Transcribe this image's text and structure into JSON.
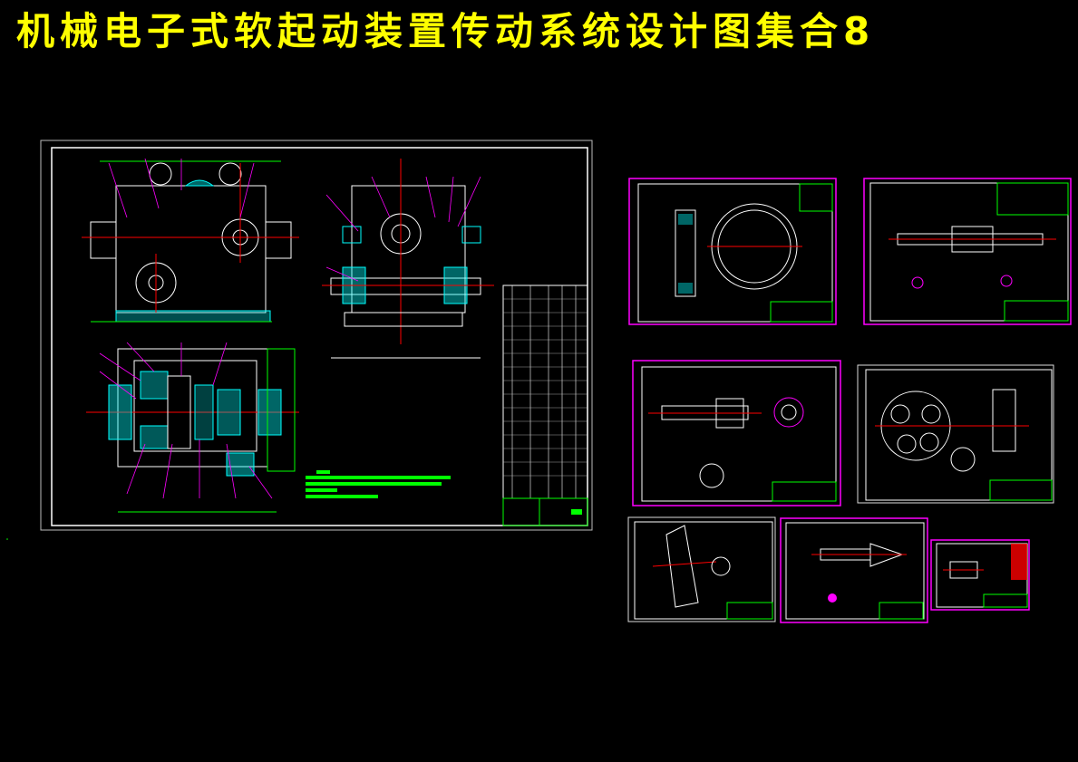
{
  "title": "机械电子式软起动装置传动系统设计图集合8",
  "colors": {
    "background": "#000000",
    "title": "#ffff00",
    "sheet_border": "#ffffff",
    "sheet_border_magenta": "#ff00ff",
    "centerline": "#ff0000",
    "dimension": "#ff00ff",
    "section_fill": "#00ffff",
    "notes": "#00ff00"
  },
  "sheets": [
    {
      "name": "assembly-drawing",
      "border": "white"
    },
    {
      "name": "gear-drawing",
      "border": "magenta"
    },
    {
      "name": "shaft-drawing",
      "border": "magenta"
    },
    {
      "name": "gear-shaft-drawing",
      "border": "magenta"
    },
    {
      "name": "planet-carrier-drawing",
      "border": "white"
    },
    {
      "name": "bevel-gear-drawing",
      "border": "white"
    },
    {
      "name": "cone-shaft-drawing",
      "border": "magenta"
    },
    {
      "name": "small-part-drawing",
      "border": "magenta"
    }
  ]
}
